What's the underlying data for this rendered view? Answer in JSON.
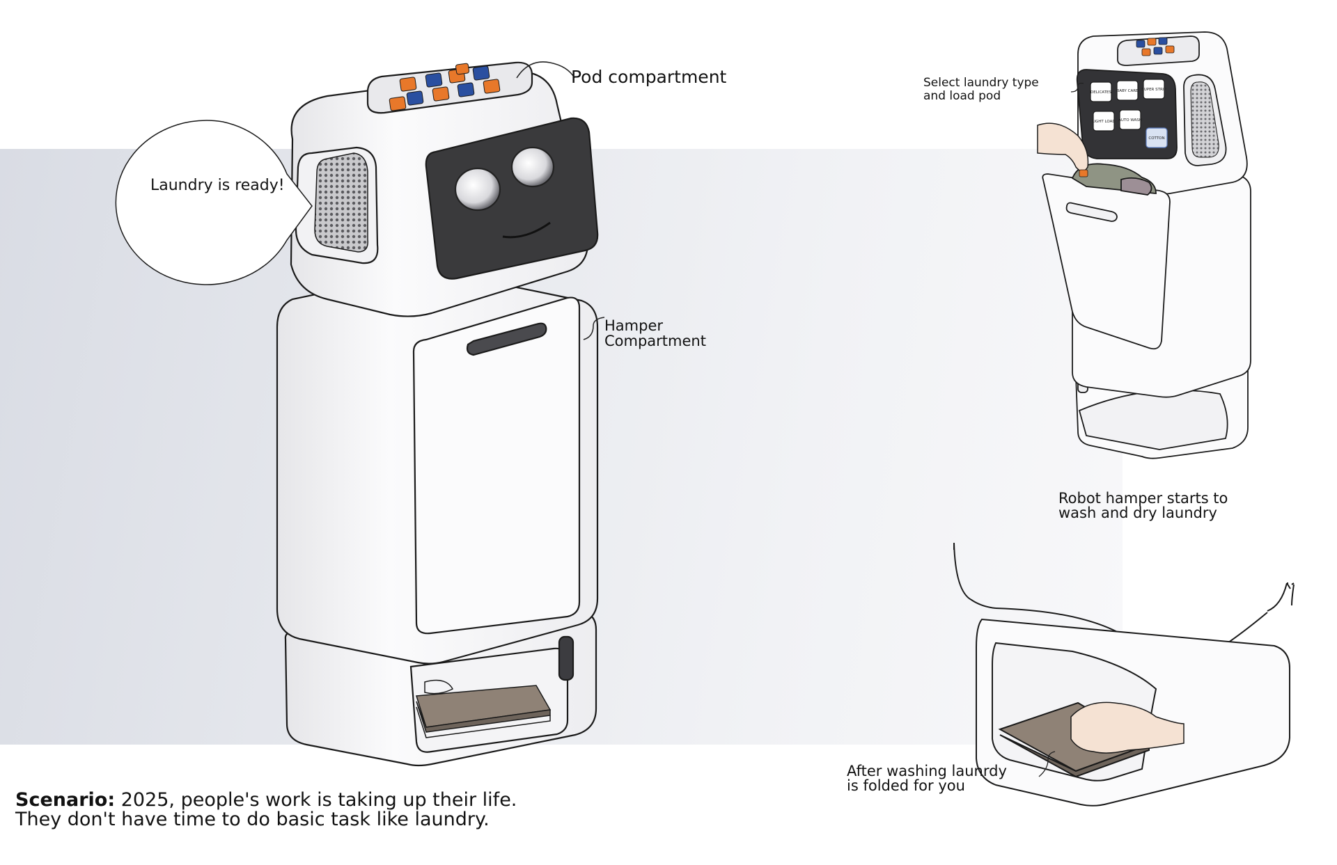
{
  "callouts": {
    "pod": "Pod compartment",
    "hamper_line1": "Hamper",
    "hamper_line2": "Compartment",
    "speech": "Laundry is ready!",
    "select_line1": "Select laundry type",
    "select_line2": "and load pod",
    "starts_line1": "Robot hamper starts to",
    "starts_line2": "wash and dry laundry",
    "after_line1": "After washing launrdy",
    "after_line2": "is folded for you"
  },
  "panel_buttons": [
    "DELICATES",
    "BABY CARE",
    "SUPER STRIP",
    "LIGHT LOAD",
    "AUTO WASH",
    "COTTON"
  ],
  "scenario": {
    "label": "Scenario:",
    "line1": " 2025, people's work is taking up their life.",
    "line2": "They don't have time to do basic task like laundry."
  },
  "colors": {
    "background_panel": "#dfe1e7",
    "robot_body": "#f7f7f8",
    "face_screen": "#3a3a3c",
    "pod_orange": "#e8782a",
    "pod_blue": "#2a4fa0",
    "folded_laundry": "#8f8276"
  }
}
